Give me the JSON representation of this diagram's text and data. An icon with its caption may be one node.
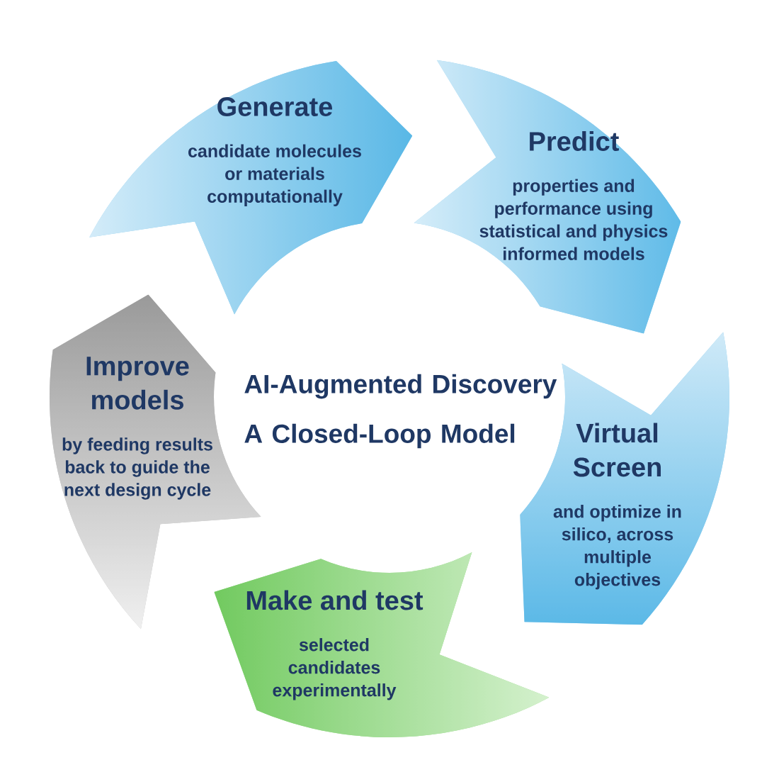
{
  "diagram": {
    "title": "AI-Augmented Discovery A Closed-Loop Model",
    "nodes": [
      {
        "text": [
          "Generate",
          "candidate molecules or materials computationally"
        ]
      },
      {
        "text": [
          "Predict",
          "properties and performance using statistical and physics informed models"
        ]
      },
      {
        "text": [
          "Virtual Screen",
          "and optimize in silico, across multiple objectives"
        ]
      },
      {
        "text": [
          "Make and test",
          "selected candidates experimentally"
        ]
      },
      {
        "text": [
          "Improve models",
          "by feeding results back to guide the next design cycle"
        ]
      }
    ]
  }
}
